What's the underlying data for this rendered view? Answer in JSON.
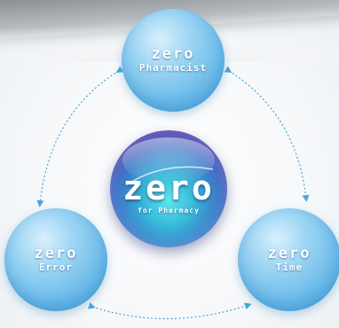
{
  "diagram": {
    "center": {
      "brand": "zero",
      "tagline": "for Pharmacy"
    },
    "nodes": [
      {
        "brand": "zero",
        "label": "Pharmacist"
      },
      {
        "brand": "zero",
        "label": "Error"
      },
      {
        "brand": "zero",
        "label": "Time"
      }
    ]
  },
  "colors": {
    "satellite": "#6bbbe9",
    "center_outer": "#6b3aa0",
    "center_inner": "#5fe6ee",
    "connector": "#4aa6de"
  }
}
